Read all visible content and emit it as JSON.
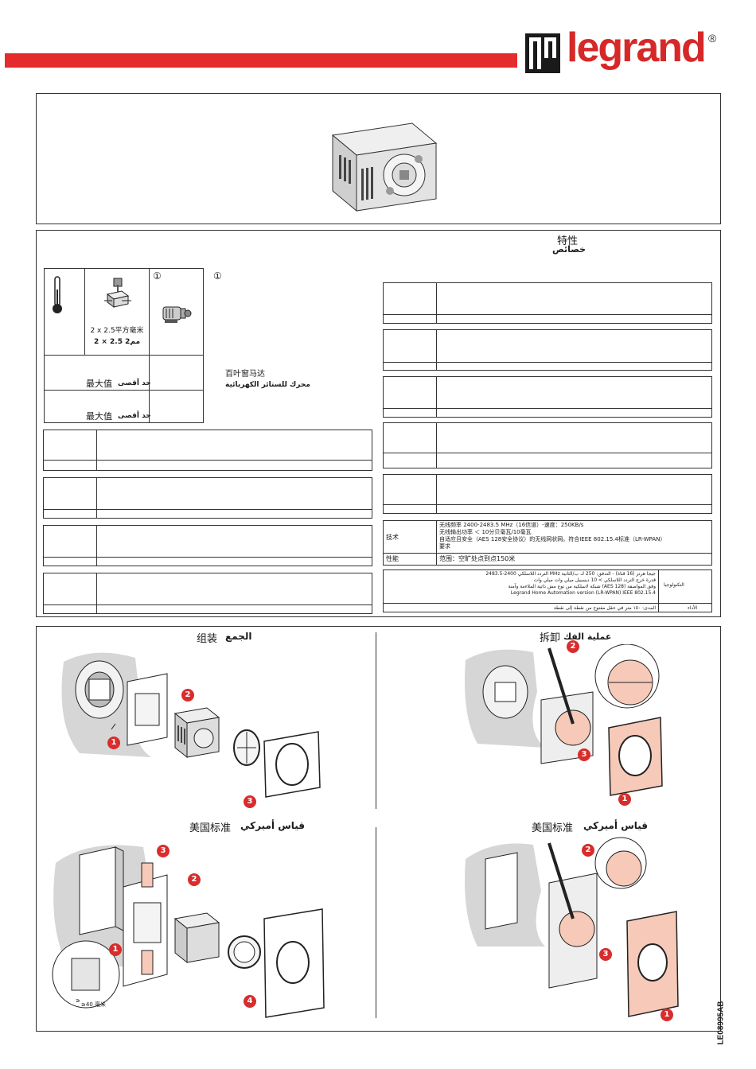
{
  "brand": {
    "name": "legrand",
    "registered": "®"
  },
  "features": {
    "title_zh": "特性",
    "title_ar": "خصائص"
  },
  "terminal_table": {
    "wire_cn": "2 x 2.5平方毫米",
    "wire_ar": "2 × 2.5 مم2",
    "note_marker": "①",
    "max_cn": "最大值",
    "max_ar": "حد أقصى"
  },
  "motor_label": {
    "marker": "①",
    "cn": "百叶窗马达",
    "ar": "محرك للستائر الكهربائية"
  },
  "tech_table": {
    "tech_label": "技术",
    "tech_lines": [
      "无线频率 2400-2483.5 MHz（16信道）-速度：250KB/s",
      "无线输出功率 ＜ 10分贝毫瓦/10毫瓦",
      "自适应且安全（AES 128安全协议）的无线网状网。符合IEEE 802.15.4标准（LR-WPAN）",
      "要求"
    ],
    "perf_label": "性能",
    "perf_value": "范围：空旷处点到点150米",
    "ar_tech_label": "التكنولوجيا",
    "ar_tech_lines": [
      "التردد اللاسلكي 2400-2483.5 MHz جيجا هرتز (16 قناة) - التدفق: 250 ك ب/الثانية",
      "قدرة خرج التردد اللاسلكي  > 10 ديسيبل ميلي وات   ميلي وات",
      "شبكة لاسلكية من نوع مش ذاتية الملاءمة وآمنة (AES 128) وفق المواصفة",
      "Legrand Home Automation version (LR-WPAN) IEEE 802.15.4"
    ],
    "ar_perf_label": "الأداء",
    "ar_perf_value": "المدى: ١٥٠ متر في حقل مفتوح من نقطة إلى نقطة"
  },
  "sections": {
    "assembly_cn": "组装",
    "assembly_ar": "الجمع",
    "removal_cn": "拆卸",
    "removal_ar": "عملية الفك",
    "us_cn": "美国标准",
    "us_ar": "قياس أميركي",
    "depth_note": "≥40 毫米",
    "doc_code": "LE08995AB"
  },
  "colors": {
    "brand_red": "#d62828",
    "bar_red": "#e52b2b",
    "plate_pink": "#f6c9b8"
  }
}
